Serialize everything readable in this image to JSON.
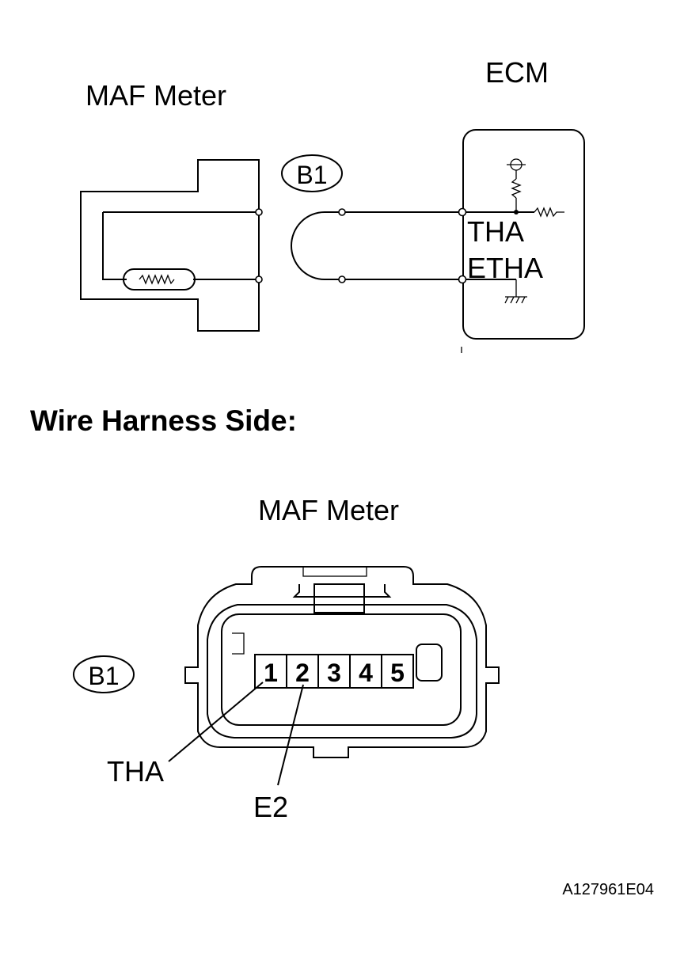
{
  "schematic": {
    "maf_meter_label": "MAF Meter",
    "ecm_label": "ECM",
    "connector_label": "B1",
    "tha_label": "THA",
    "etha_label": "ETHA"
  },
  "harness": {
    "heading": "Wire Harness Side:",
    "maf_meter_label": "MAF Meter",
    "connector_label": "B1",
    "pins": [
      "1",
      "2",
      "3",
      "4",
      "5"
    ],
    "callouts": {
      "pin1": "THA",
      "pin2": "E2"
    }
  },
  "figure_id": "A127961E04"
}
